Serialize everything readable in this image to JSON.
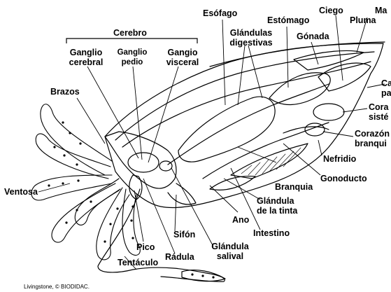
{
  "labels": {
    "cerebro": "Cerebro",
    "ganglio_cerebral": "Ganglio cerebral",
    "ganglio_pedio": "Ganglio pedio",
    "gangio_visceral": "Gangio visceral",
    "esofago": "Esófago",
    "glandulas_digestivas": "Glándulas digestivas",
    "estomago": "Estómago",
    "ciego": "Ciego",
    "gonada": "Gónada",
    "pluma": "Pluma",
    "manto_partial": "Ma",
    "capa_partial": "Ca",
    "capa_partial2": "pa",
    "corazon_sistemico_partial": "Cora",
    "corazon_sistemico_partial2": "sisté",
    "corazon_branquial": "Corazón",
    "corazon_branquial2": "branqui",
    "nefridio": "Nefridio",
    "gonoducto": "Gonoducto",
    "branquia": "Branquia",
    "glandula_tinta": "Glándula de la tinta",
    "intestino": "Intestino",
    "ano": "Ano",
    "glandula_salival": "Glándula salival",
    "radula": "Rádula",
    "sifon": "Sifón",
    "pico": "Pico",
    "tentaculo": "Tentáculo",
    "ventosa": "Ventosa",
    "brazos": "Brazos"
  },
  "credit": "Livingstone, © BIODIDAC."
}
